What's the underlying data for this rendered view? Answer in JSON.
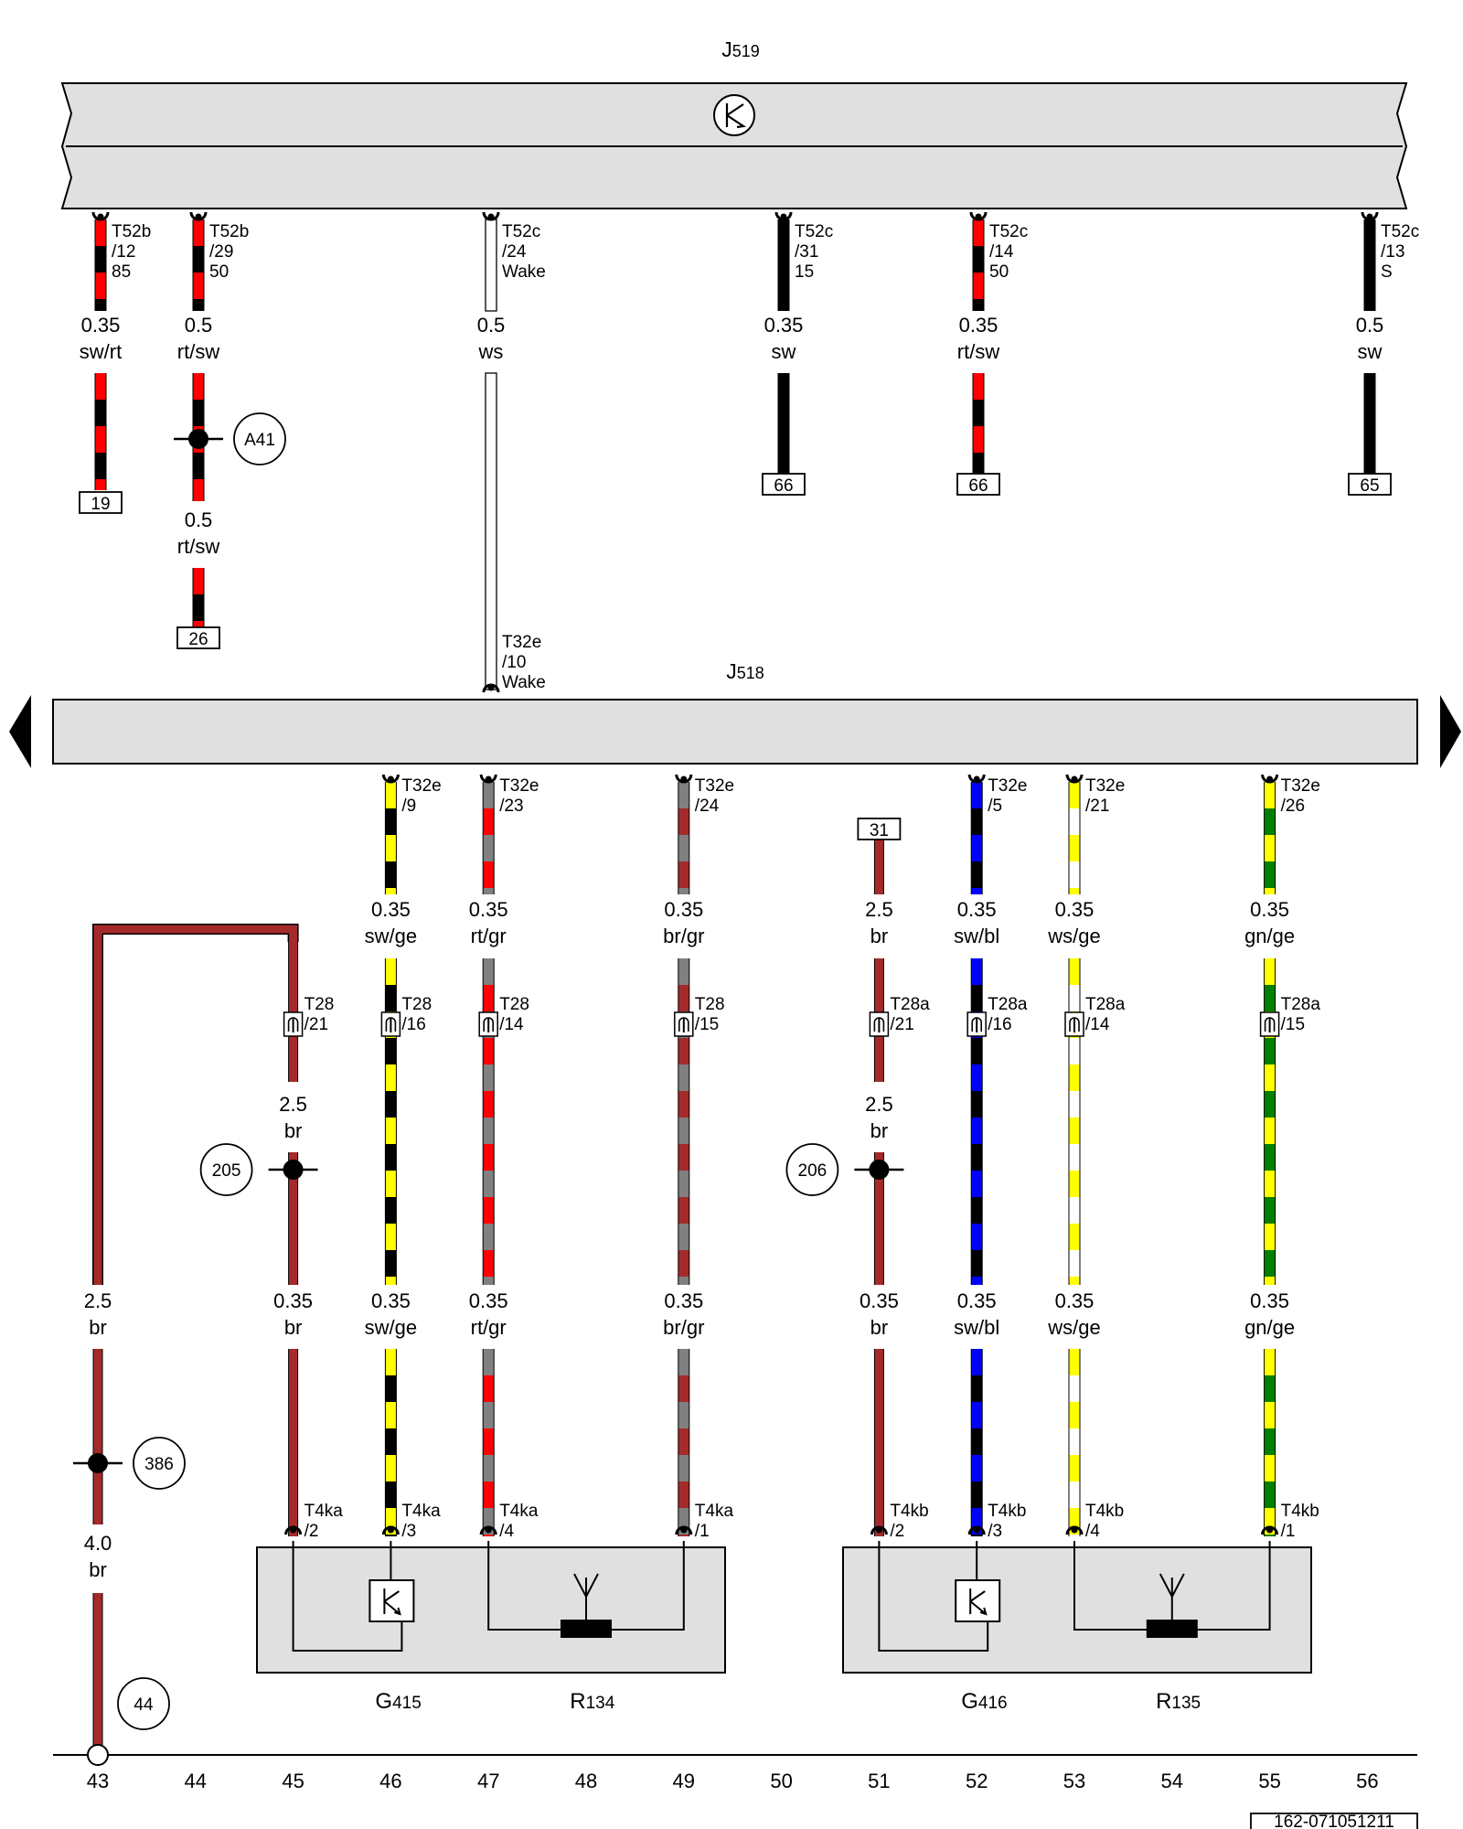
{
  "modules": {
    "j519": {
      "label": "J",
      "sub": "519"
    },
    "j518": {
      "label": "J",
      "sub": "518"
    }
  },
  "upper_pins": [
    {
      "conn": "T52b",
      "pin": "/12",
      "sig": "85",
      "gauge": "0.35",
      "color": "sw/rt",
      "ref": "19",
      "colors": [
        "#ff0000",
        "#000000"
      ]
    },
    {
      "conn": "T52b",
      "pin": "/29",
      "sig": "50",
      "gauge": "0.5",
      "color": "rt/sw",
      "colors": [
        "#ff0000",
        "#000000"
      ],
      "ref": "26",
      "splice": "A41",
      "gauge2": "0.5",
      "color2": "rt/sw"
    },
    {
      "conn": "T52c",
      "pin": "/24",
      "sig": "Wake",
      "gauge": "0.5",
      "color": "ws",
      "colors": [
        "#ffffff"
      ]
    },
    {
      "conn": "T52c",
      "pin": "/31",
      "sig": "15",
      "gauge": "0.35",
      "color": "sw",
      "ref": "66",
      "colors": [
        "#000000"
      ]
    },
    {
      "conn": "T52c",
      "pin": "/14",
      "sig": "50",
      "gauge": "0.35",
      "color": "rt/sw",
      "ref": "66",
      "colors": [
        "#ff0000",
        "#000000"
      ]
    },
    {
      "conn": "T52c",
      "pin": "/13",
      "sig": "S",
      "gauge": "0.5",
      "color": "sw",
      "ref": "65",
      "colors": [
        "#000000"
      ]
    }
  ],
  "j518_wake": {
    "conn": "T32e",
    "pin": "/10",
    "sig": "Wake"
  },
  "lower_wires": [
    {
      "col": "46",
      "t32": "T32e",
      "t32pin": "/9",
      "gauge": "0.35",
      "color": "sw/ge",
      "t28": "T28",
      "t28pin": "/16",
      "gauge2": "0.35",
      "color2": "sw/ge",
      "t4": "T4ka",
      "t4pin": "/3",
      "colors": [
        "#ffff00",
        "#000000"
      ]
    },
    {
      "col": "47",
      "t32": "T32e",
      "t32pin": "/23",
      "gauge": "0.35",
      "color": "rt/gr",
      "t28": "T28",
      "t28pin": "/14",
      "gauge2": "0.35",
      "color2": "rt/gr",
      "t4": "T4ka",
      "t4pin": "/4",
      "colors": [
        "#808080",
        "#ff0000"
      ]
    },
    {
      "col": "49",
      "t32": "T32e",
      "t32pin": "/24",
      "gauge": "0.35",
      "color": "br/gr",
      "t28": "T28",
      "t28pin": "/15",
      "gauge2": "0.35",
      "color2": "br/gr",
      "t4": "T4ka",
      "t4pin": "/1",
      "colors": [
        "#808080",
        "#a52a2a"
      ]
    },
    {
      "col": "52",
      "t32": "T32e",
      "t32pin": "/5",
      "gauge": "0.35",
      "color": "sw/bl",
      "t28": "T28a",
      "t28pin": "/16",
      "gauge2": "0.35",
      "color2": "sw/bl",
      "t4": "T4kb",
      "t4pin": "/3",
      "colors": [
        "#0000ff",
        "#000000"
      ]
    },
    {
      "col": "53",
      "t32": "T32e",
      "t32pin": "/21",
      "gauge": "0.35",
      "color": "ws/ge",
      "t28": "T28a",
      "t28pin": "/14",
      "gauge2": "0.35",
      "color2": "ws/ge",
      "t4": "T4kb",
      "t4pin": "/4",
      "colors": [
        "#ffff00",
        "#ffffff"
      ]
    },
    {
      "col": "55",
      "t32": "T32e",
      "t32pin": "/26",
      "gauge": "0.35",
      "color": "gn/ge",
      "t28": "T28a",
      "t28pin": "/15",
      "gauge2": "0.35",
      "color2": "gn/ge",
      "t4": "T4kb",
      "t4pin": "/1",
      "colors": [
        "#ffff00",
        "#008000"
      ]
    }
  ],
  "ground_wires": [
    {
      "col": "45",
      "t28": "T28",
      "t28pin": "/21",
      "gauge": "2.5",
      "color": "br",
      "splice": "205",
      "gauge2": "0.35",
      "color2": "br",
      "t4": "T4ka",
      "t4pin": "/2"
    },
    {
      "col": "51",
      "ref": "31",
      "gauge0": "2.5",
      "color0": "br",
      "t28": "T28a",
      "t28pin": "/21",
      "gauge": "2.5",
      "color": "br",
      "splice": "206",
      "gauge2": "0.35",
      "color2": "br",
      "t4": "T4kb",
      "t4pin": "/2"
    }
  ],
  "ground_main": {
    "col": "43",
    "gauge": "2.5",
    "color": "br",
    "splice": "386",
    "gauge2": "4.0",
    "color2": "br",
    "ground_point": "44"
  },
  "components": [
    {
      "sensor": "G",
      "sensor_sub": "415",
      "heater": "R",
      "heater_sub": "134"
    },
    {
      "sensor": "G",
      "sensor_sub": "416",
      "heater": "R",
      "heater_sub": "135"
    }
  ],
  "wire_colors": {
    "brown": "#a52a2a",
    "housing": "#e0e0e0"
  },
  "columns": [
    "43",
    "44",
    "45",
    "46",
    "47",
    "48",
    "49",
    "50",
    "51",
    "52",
    "53",
    "54",
    "55",
    "56"
  ],
  "doc_id": "162-071051211"
}
